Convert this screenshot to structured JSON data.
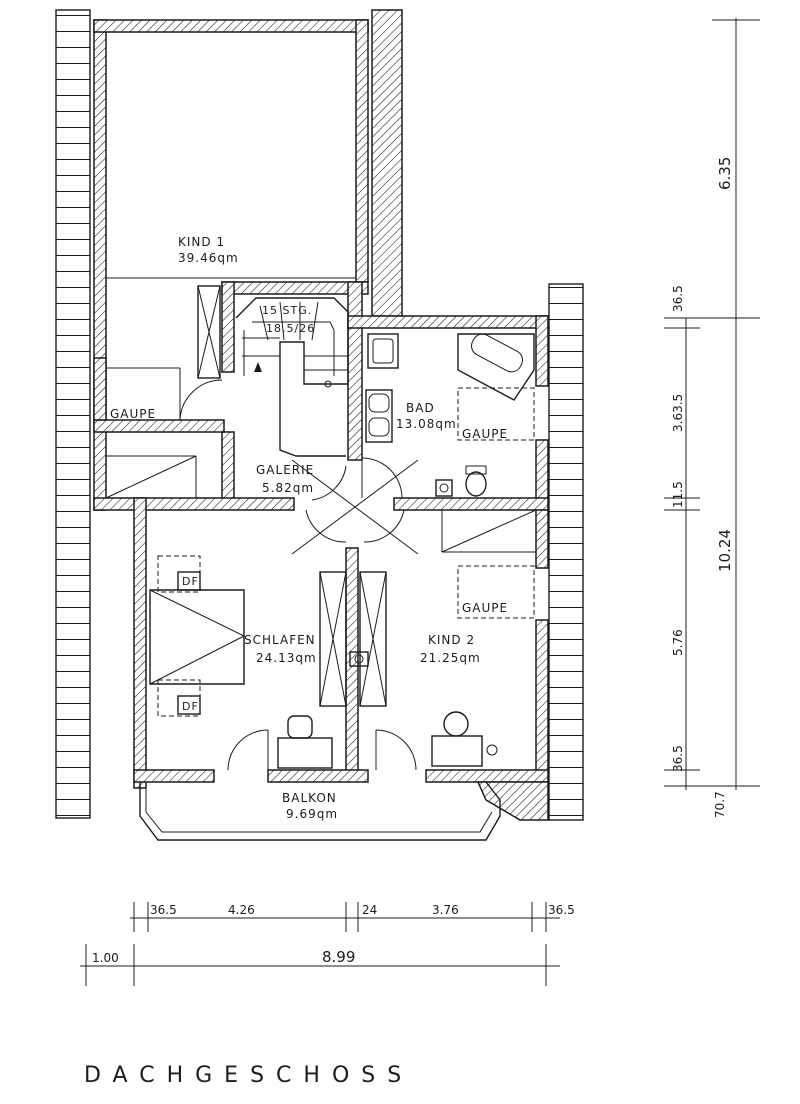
{
  "rooms": {
    "kind1": {
      "name": "KIND 1",
      "area": "39.46qm"
    },
    "stair": {
      "name": "15 STG.",
      "ratio": "18.5/26"
    },
    "bad": {
      "name": "BAD",
      "area": "13.08qm"
    },
    "galerie": {
      "name": "GALERIE",
      "area": "5.82qm"
    },
    "schlafen": {
      "name": "SCHLAFEN",
      "area": "24.13qm"
    },
    "kind2": {
      "name": "KIND 2",
      "area": "21.25qm"
    },
    "balkon": {
      "name": "BALKON",
      "area": "9.69qm"
    }
  },
  "gaupe_labels": {
    "left": "GAUPE",
    "bad": "GAUPE",
    "kind2": "GAUPE"
  },
  "skylights": {
    "top": "DF",
    "bottom": "DF"
  },
  "dims_vertical": {
    "d1": "6.35",
    "d2": "36.5",
    "d3": "3.63.5",
    "d4": "11.5",
    "d5": "10.24",
    "d6": "5.76",
    "d7": "36.5",
    "d8": "70.7"
  },
  "dims_horizontal": {
    "h1": "36.5",
    "h2": "4.26",
    "h3": "24",
    "h4": "3.76",
    "h5": "36.5",
    "h6": "1.00",
    "h7": "8.99"
  },
  "title": "DACHGESCHOSS"
}
